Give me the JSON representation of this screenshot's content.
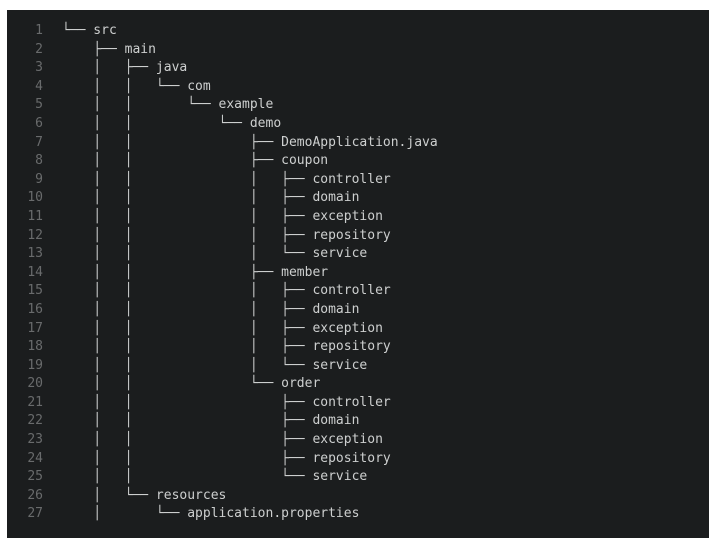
{
  "page": {
    "background_color": "#ffffff"
  },
  "code_block": {
    "colors": {
      "panel_background": "#1b1d1e",
      "tree_text": "#cdcfcf",
      "line_number": "#696b6c"
    },
    "lines": [
      {
        "num": "1",
        "text": "└── src"
      },
      {
        "num": "2",
        "text": "    ├── main"
      },
      {
        "num": "3",
        "text": "    │   ├── java"
      },
      {
        "num": "4",
        "text": "    │   │   └── com"
      },
      {
        "num": "5",
        "text": "    │   │       └── example"
      },
      {
        "num": "6",
        "text": "    │   │           └── demo"
      },
      {
        "num": "7",
        "text": "    │   │               ├── DemoApplication.java"
      },
      {
        "num": "8",
        "text": "    │   │               ├── coupon"
      },
      {
        "num": "9",
        "text": "    │   │               │   ├── controller"
      },
      {
        "num": "10",
        "text": "    │   │               │   ├── domain"
      },
      {
        "num": "11",
        "text": "    │   │               │   ├── exception"
      },
      {
        "num": "12",
        "text": "    │   │               │   ├── repository"
      },
      {
        "num": "13",
        "text": "    │   │               │   └── service"
      },
      {
        "num": "14",
        "text": "    │   │               ├── member"
      },
      {
        "num": "15",
        "text": "    │   │               │   ├── controller"
      },
      {
        "num": "16",
        "text": "    │   │               │   ├── domain"
      },
      {
        "num": "17",
        "text": "    │   │               │   ├── exception"
      },
      {
        "num": "18",
        "text": "    │   │               │   ├── repository"
      },
      {
        "num": "19",
        "text": "    │   │               │   └── service"
      },
      {
        "num": "20",
        "text": "    │   │               └── order"
      },
      {
        "num": "21",
        "text": "    │   │                   ├── controller"
      },
      {
        "num": "22",
        "text": "    │   │                   ├── domain"
      },
      {
        "num": "23",
        "text": "    │   │                   ├── exception"
      },
      {
        "num": "24",
        "text": "    │   │                   ├── repository"
      },
      {
        "num": "25",
        "text": "    │   │                   └── service"
      },
      {
        "num": "26",
        "text": "    │   └── resources"
      },
      {
        "num": "27",
        "text": "    │       └── application.properties"
      }
    ]
  }
}
